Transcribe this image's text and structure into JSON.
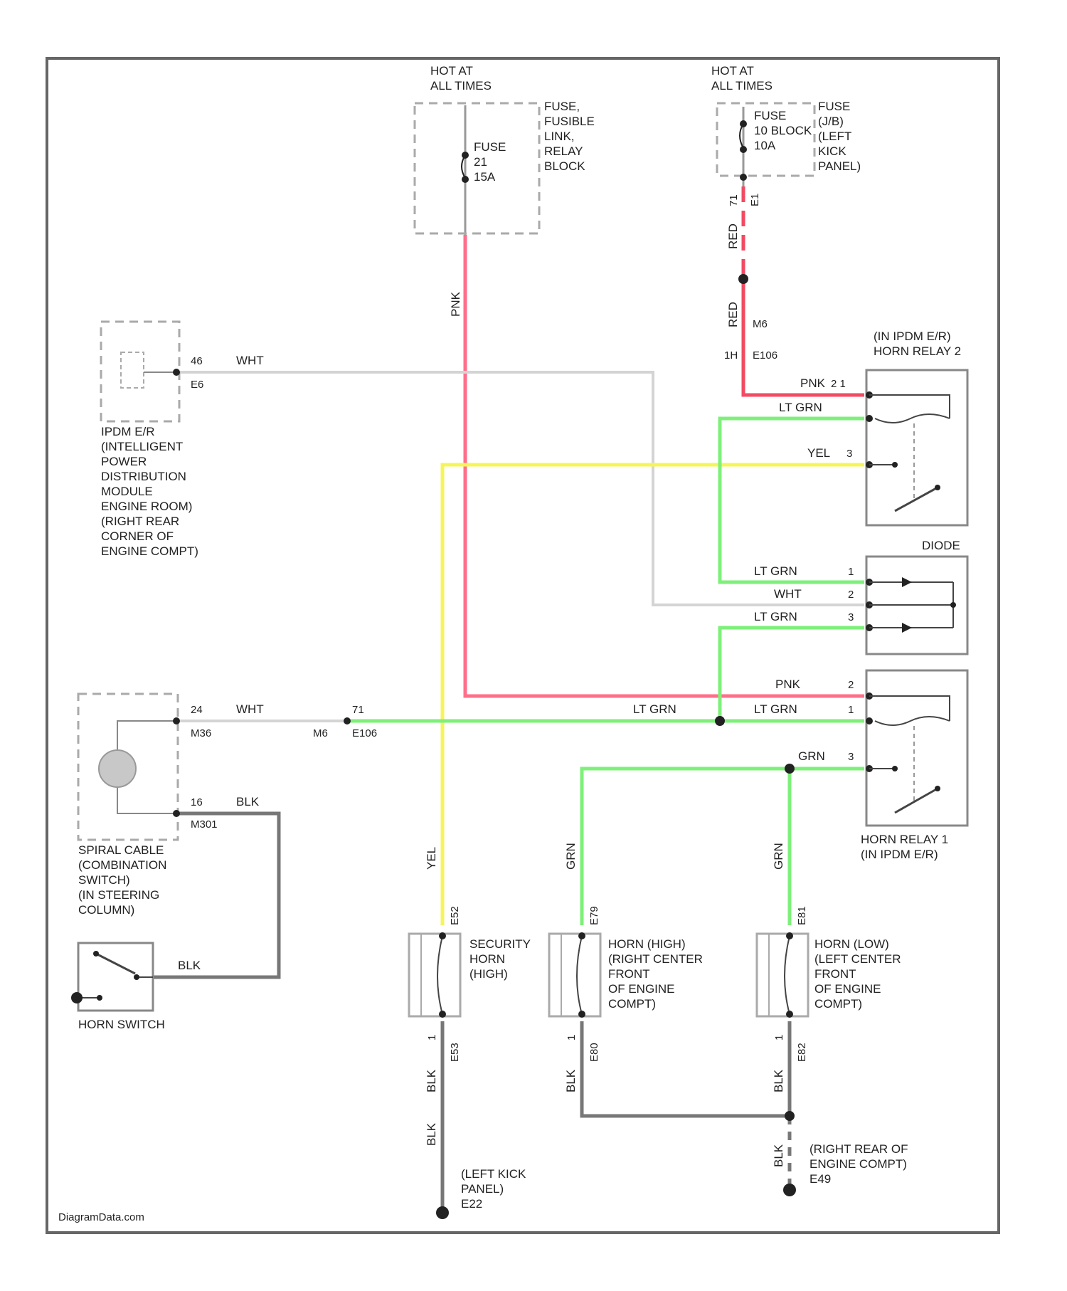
{
  "colors": {
    "pink": "#ff6f8a",
    "red": "#f24a62",
    "lt_green": "#7ef07a",
    "yellow": "#f5f55a",
    "white_wire": "#d4d4d4",
    "black_wire": "#777777",
    "frame": "#666666"
  },
  "power": {
    "left_hot": "HOT AT\nALL TIMES",
    "left_fuse": "FUSE\n21\n15A",
    "left_block": "FUSE,\nFUSIBLE\nLINK,\nRELAY\nBLOCK",
    "right_hot": "HOT AT\nALL TIMES",
    "right_fuse": "FUSE\n10 BLOCK\n10A",
    "right_block": "FUSE\n(J/B)\n(LEFT\nKICK\nPANEL)"
  },
  "ipdm": {
    "pin": "46",
    "conn": "E6",
    "wire": "WHT",
    "label": "IPDM E/R\n(INTELLIGENT\nPOWER\nDISTRIBUTION\nMODULE\nENGINE ROOM)\n(RIGHT REAR\nCORNER OF\nENGINE COMPT)"
  },
  "red_feed": {
    "upper_wire": "RED",
    "upper_pin": "71",
    "upper_conn": "E1",
    "lower_wire": "RED",
    "lower_pin": "M6",
    "lower_pin2": "1H",
    "lower_conn": "E106"
  },
  "relay2": {
    "title": "(IN IPDM E/R)\nHORN RELAY 2",
    "w1": "PNK",
    "p1": "2 1",
    "w2": "LT GRN",
    "w3": "YEL",
    "p3": "3"
  },
  "diode": {
    "title": "DIODE",
    "w1": "LT GRN",
    "p1": "1",
    "w2": "WHT",
    "p2": "2",
    "w3": "LT GRN",
    "p3": "3"
  },
  "relay1": {
    "title": "HORN RELAY 1\n(IN IPDM E/R)",
    "w1": "PNK",
    "p1": "2",
    "w2": "LT GRN",
    "w2b": "LT GRN",
    "p2": "1",
    "w3": "GRN",
    "p3": "3"
  },
  "center_pink": "PNK",
  "spiral": {
    "pin1": "24",
    "conn1": "M36",
    "wire1": "WHT",
    "pin_mid": "M6",
    "pin_mid2": "71",
    "conn_mid": "E106",
    "pin2": "16",
    "conn2": "M301",
    "wire2": "BLK",
    "label": "SPIRAL CABLE\n(COMBINATION\nSWITCH)\n(IN STEERING\nCOLUMN)"
  },
  "horn_switch": {
    "wire": "BLK",
    "label": "HORN SWITCH"
  },
  "security_horn": {
    "wire_in": "YEL",
    "conn_in": "E52",
    "wire_out": "BLK",
    "pin_out": "1",
    "conn_out": "E53",
    "label": "SECURITY\nHORN\n(HIGH)"
  },
  "horn_high": {
    "wire_in": "GRN",
    "conn_in": "E79",
    "wire_out": "BLK",
    "pin_out": "1",
    "conn_out": "E80",
    "label": "HORN (HIGH)\n(RIGHT CENTER\nFRONT\nOF ENGINE\nCOMPT)"
  },
  "horn_low": {
    "wire_in": "GRN",
    "conn_in": "E81",
    "wire_out": "BLK",
    "pin_out": "1",
    "conn_out": "E82",
    "label": "HORN (LOW)\n(LEFT CENTER\nFRONT\nOF ENGINE\nCOMPT)"
  },
  "grounds": {
    "left_wire": "BLK",
    "left": "(LEFT KICK\nPANEL)\nE22",
    "right_wire": "BLK",
    "right": "(RIGHT REAR OF\nENGINE COMPT)\nE49"
  },
  "watermark": "DiagramData.com"
}
